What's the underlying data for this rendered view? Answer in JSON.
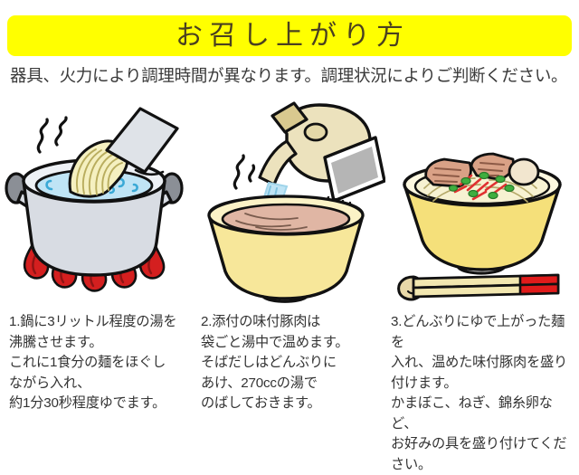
{
  "page": {
    "background_color": "#ffffff",
    "text_color": "#333333"
  },
  "banner": {
    "title": "お召し上がり方",
    "background_color": "#ffff00",
    "text_color": "#4a4020"
  },
  "subtitle": {
    "text": "器具、火力により調理時間が異なります。調理状況によりご判断ください。"
  },
  "illustrations": [
    {
      "name": "pot-boiling-noodles",
      "description": "鍋でお湯を沸かし麺を入れる",
      "colors": {
        "pot": "#d8dce3",
        "pot_handle": "#8b8f96",
        "water": "#bfe4f5",
        "noodles": "#f5f0c0",
        "package": "#dfe3e8",
        "flame": "#d41f1f",
        "flame_inner": "#8f1414",
        "outline": "#111111"
      }
    },
    {
      "name": "kettle-pouring-into-bowl",
      "description": "やかんのお湯をどんぶりに注ぐ",
      "colors": {
        "kettle": "#ece2bd",
        "kettle_shade": "#d9c98f",
        "panel": "#b5b5b5",
        "bowl": "#f7e79a",
        "broth": "#e0b6a4",
        "water_stream": "#bfe4f5",
        "outline": "#111111"
      }
    },
    {
      "name": "finished-noodle-bowl",
      "description": "盛り付けた完成のどんぶりと箸",
      "colors": {
        "bowl": "#f5e07a",
        "bowl_inner": "#fdf8e0",
        "noodles": "#f7f2d2",
        "pork": "#d9a186",
        "kamaboko": "#f2e6cf",
        "green_onion": "#3fae3f",
        "red_garnish": "#e03131",
        "chopsticks": "#f2e7b0",
        "chopstick_tip": "#e01b1b",
        "chopstick_rest": "#e8d8a8",
        "outline": "#111111"
      }
    }
  ],
  "steps": [
    {
      "number": "1",
      "lines": [
        "1.鍋に3リットル程度の湯を",
        "沸騰させます。",
        "これに1食分の麺をほぐし",
        "ながら入れ、",
        "約1分30秒程度ゆでます。"
      ]
    },
    {
      "number": "2",
      "lines": [
        "2.添付の味付豚肉は",
        "袋ごと湯中で温めます。",
        "そばだしはどんぶりに",
        "あけ、270ccの湯で",
        "のばしておきます。"
      ]
    },
    {
      "number": "3",
      "lines": [
        "3.どんぶりにゆで上がった麺を",
        "入れ、温めた味付豚肉を盛り",
        "付けます。",
        "かまぼこ、ねぎ、錦糸卵など、",
        "お好みの具を盛り付けてくだ",
        "さい。"
      ]
    }
  ]
}
